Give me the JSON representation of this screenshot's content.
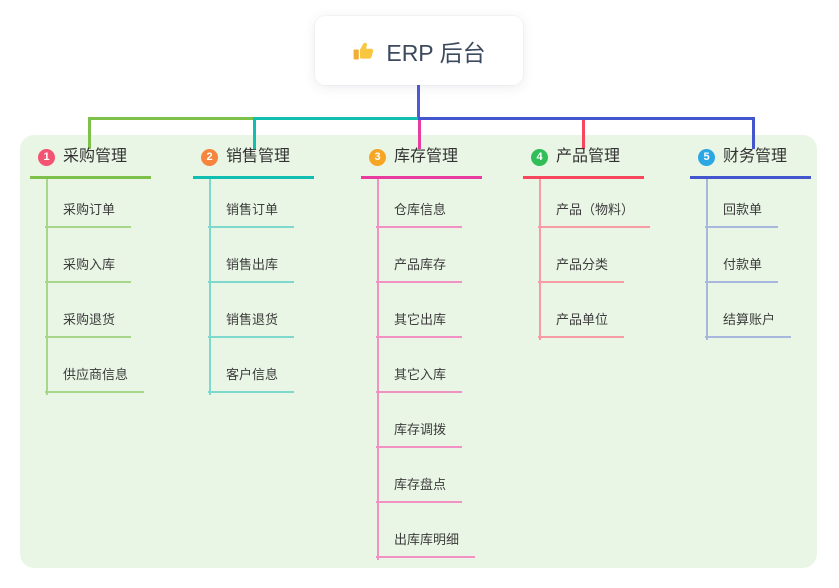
{
  "root": {
    "label": "ERP 后台",
    "icon": "thumbs-up",
    "icon_color": "#f8c63f",
    "text_color": "#3d4a5e",
    "connector_color": "#5059d8"
  },
  "panel": {
    "background": "#eaf6e5"
  },
  "node_text_color": "#3c3c3c",
  "branches": [
    {
      "index": "1",
      "label": "采购管理",
      "color": "#7dc14b",
      "light_color": "#a8d78b",
      "badge_color": "#f25472",
      "children": [
        "采购订单",
        "采购入库",
        "采购退货",
        "供应商信息"
      ]
    },
    {
      "index": "2",
      "label": "销售管理",
      "color": "#10bfb0",
      "light_color": "#7fd8cd",
      "badge_color": "#f6853e",
      "children": [
        "销售订单",
        "销售出库",
        "销售退货",
        "客户信息"
      ]
    },
    {
      "index": "3",
      "label": "库存管理",
      "color": "#ea3c9e",
      "light_color": "#f292c4",
      "badge_color": "#f6a623",
      "children": [
        "仓库信息",
        "产品库存",
        "其它出库",
        "其它入库",
        "库存调拨",
        "库存盘点",
        "出库库明细"
      ]
    },
    {
      "index": "4",
      "label": "产品管理",
      "color": "#f7475f",
      "light_color": "#f79ba4",
      "badge_color": "#2fbe58",
      "children": [
        "产品（物料）",
        "产品分类",
        "产品单位"
      ]
    },
    {
      "index": "5",
      "label": "财务管理",
      "color": "#4356ce",
      "light_color": "#a8b7dc",
      "badge_color": "#2ba7e3",
      "children": [
        "回款单",
        "付款单",
        "结算账户"
      ]
    }
  ]
}
